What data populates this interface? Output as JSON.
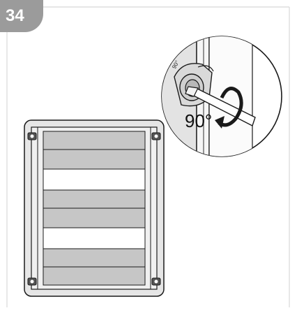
{
  "step": {
    "number": "34"
  },
  "detail": {
    "rotation_label": "90°",
    "dial_label": "90°"
  },
  "colors": {
    "panel": "#e6e6e6",
    "strip": "#c6c6c6",
    "outline": "#1a1a1a",
    "badge": "#9b9b9b"
  },
  "icons": [
    "screwdriver-icon",
    "rotate-arrow-icon",
    "quarter-turn-lock-icon"
  ]
}
